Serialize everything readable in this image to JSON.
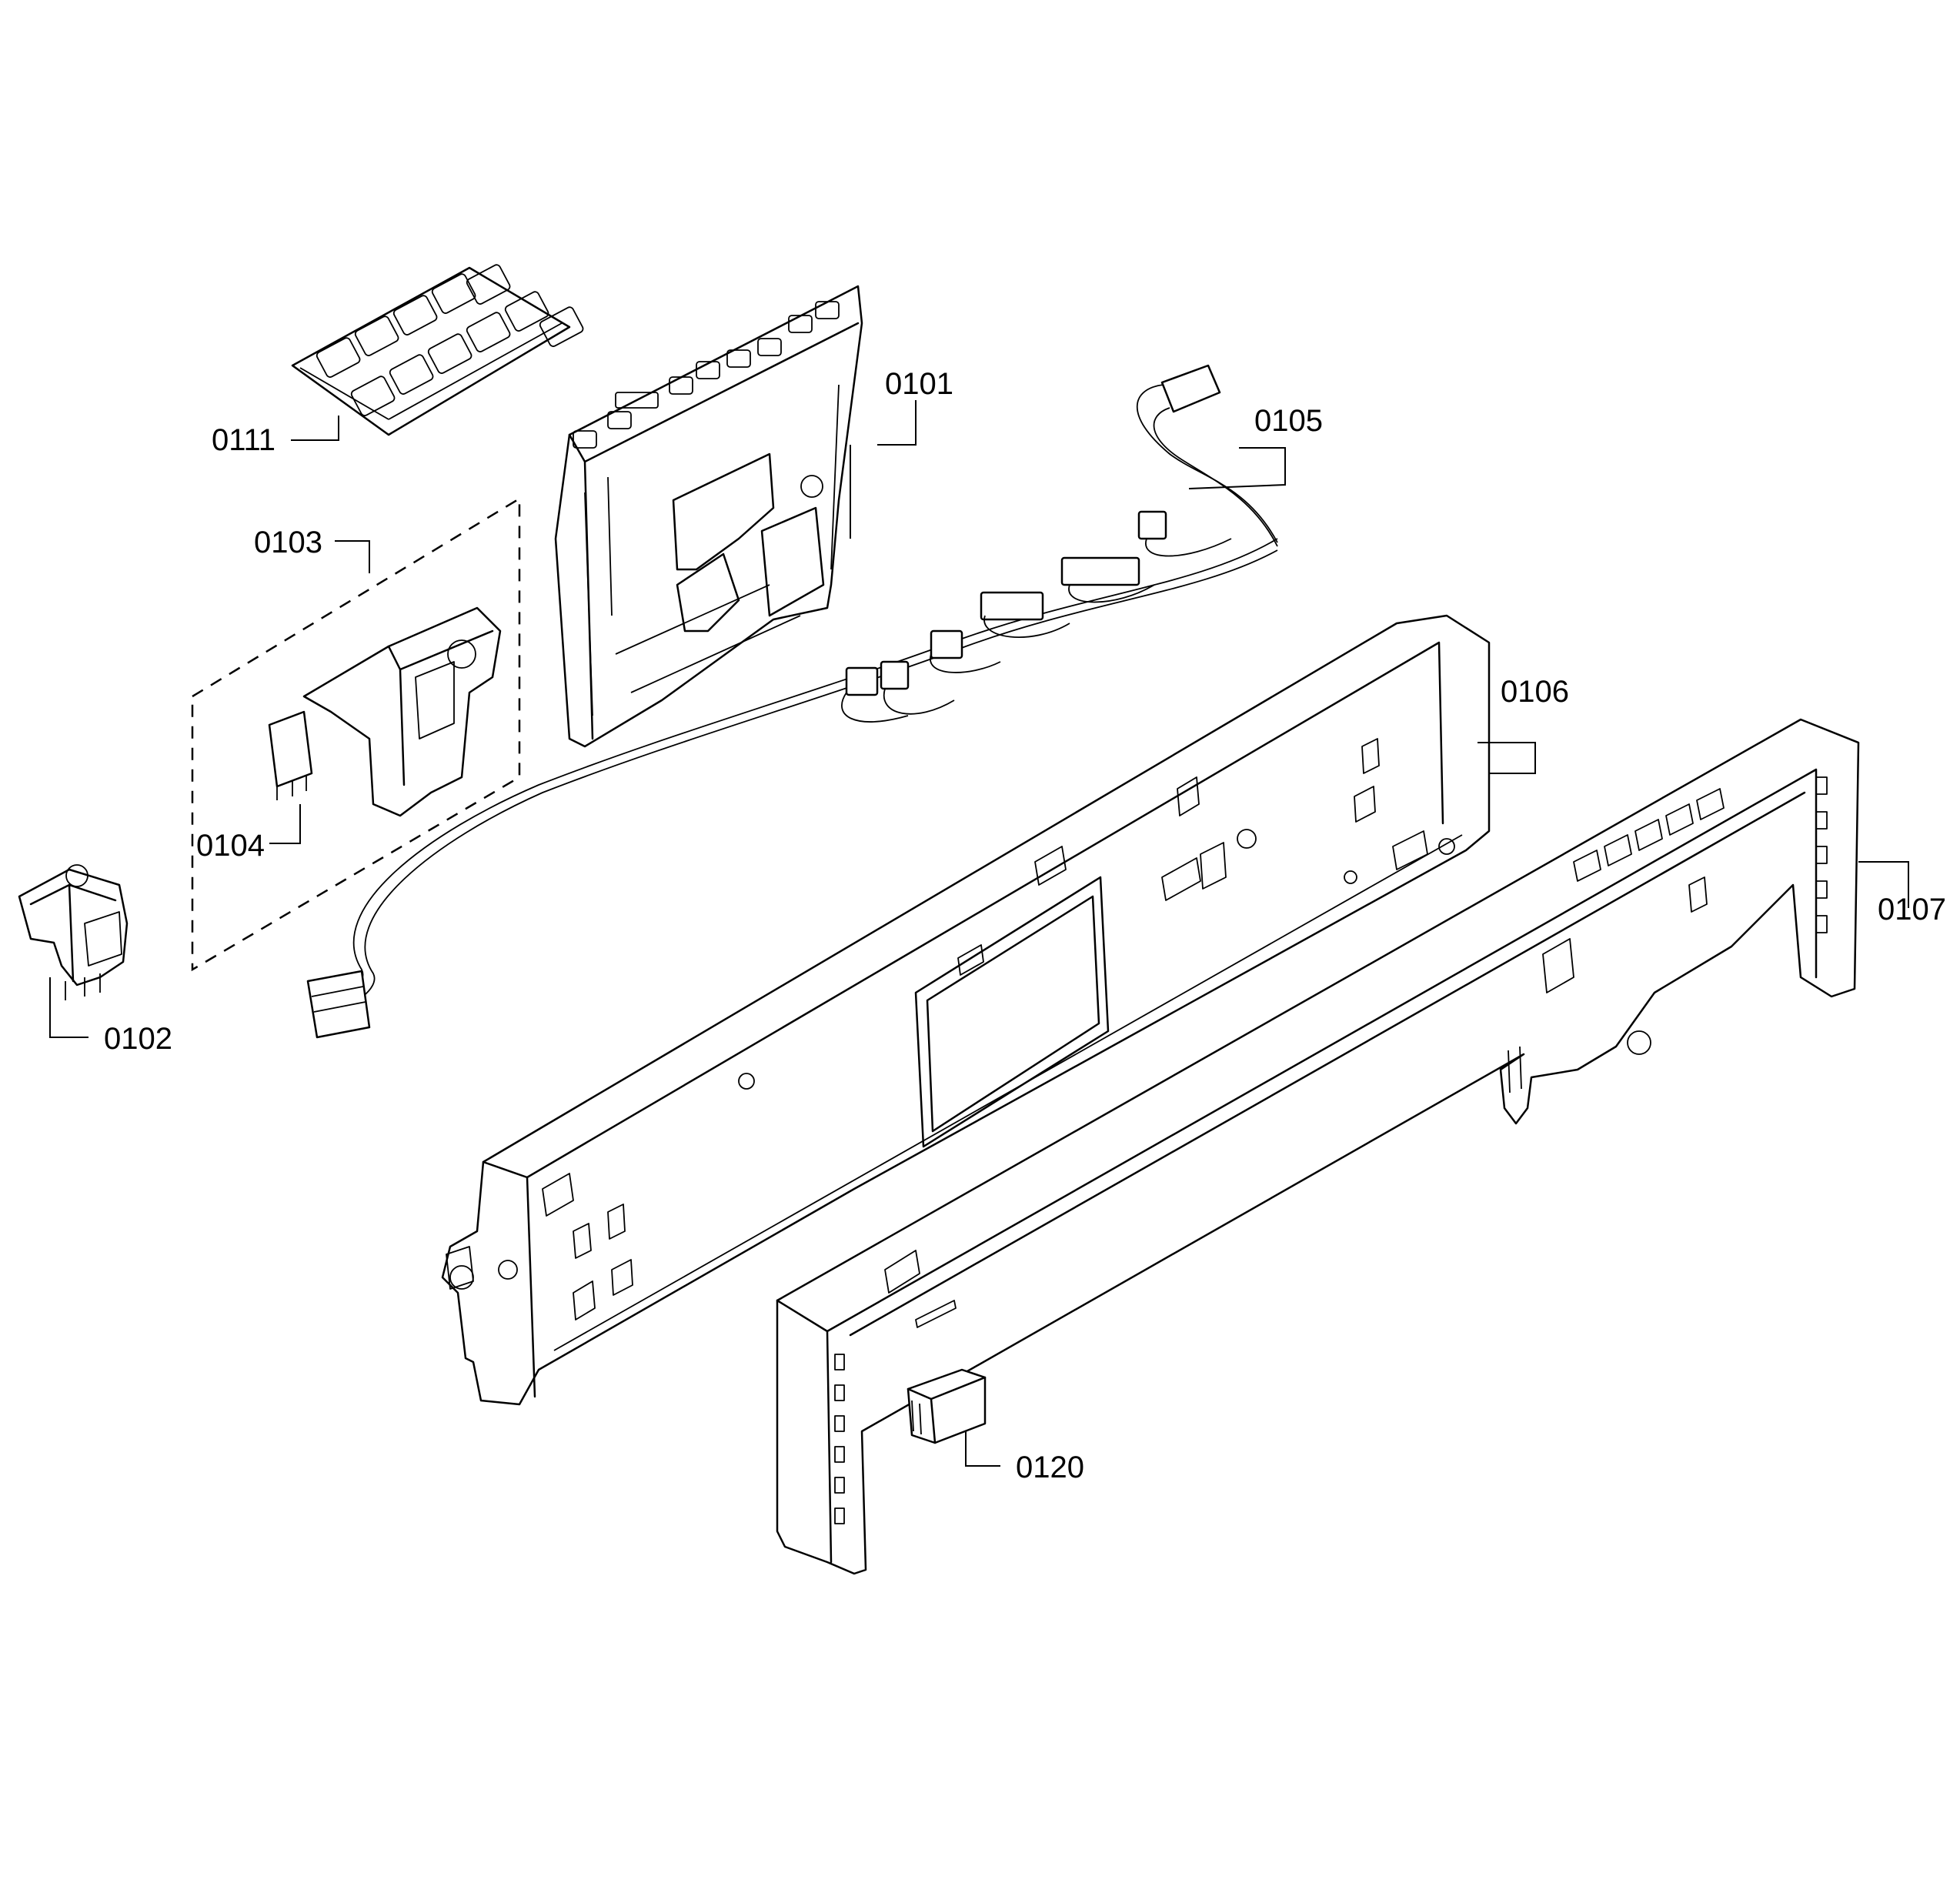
{
  "parts": [
    {
      "id": "p0101",
      "label": "0101"
    },
    {
      "id": "p0102",
      "label": "0102"
    },
    {
      "id": "p0103",
      "label": "0103"
    },
    {
      "id": "p0104",
      "label": "0104"
    },
    {
      "id": "p0105",
      "label": "0105"
    },
    {
      "id": "p0106",
      "label": "0106"
    },
    {
      "id": "p0107",
      "label": "0107"
    },
    {
      "id": "p0111",
      "label": "0111"
    },
    {
      "id": "p0120",
      "label": "0120"
    }
  ]
}
